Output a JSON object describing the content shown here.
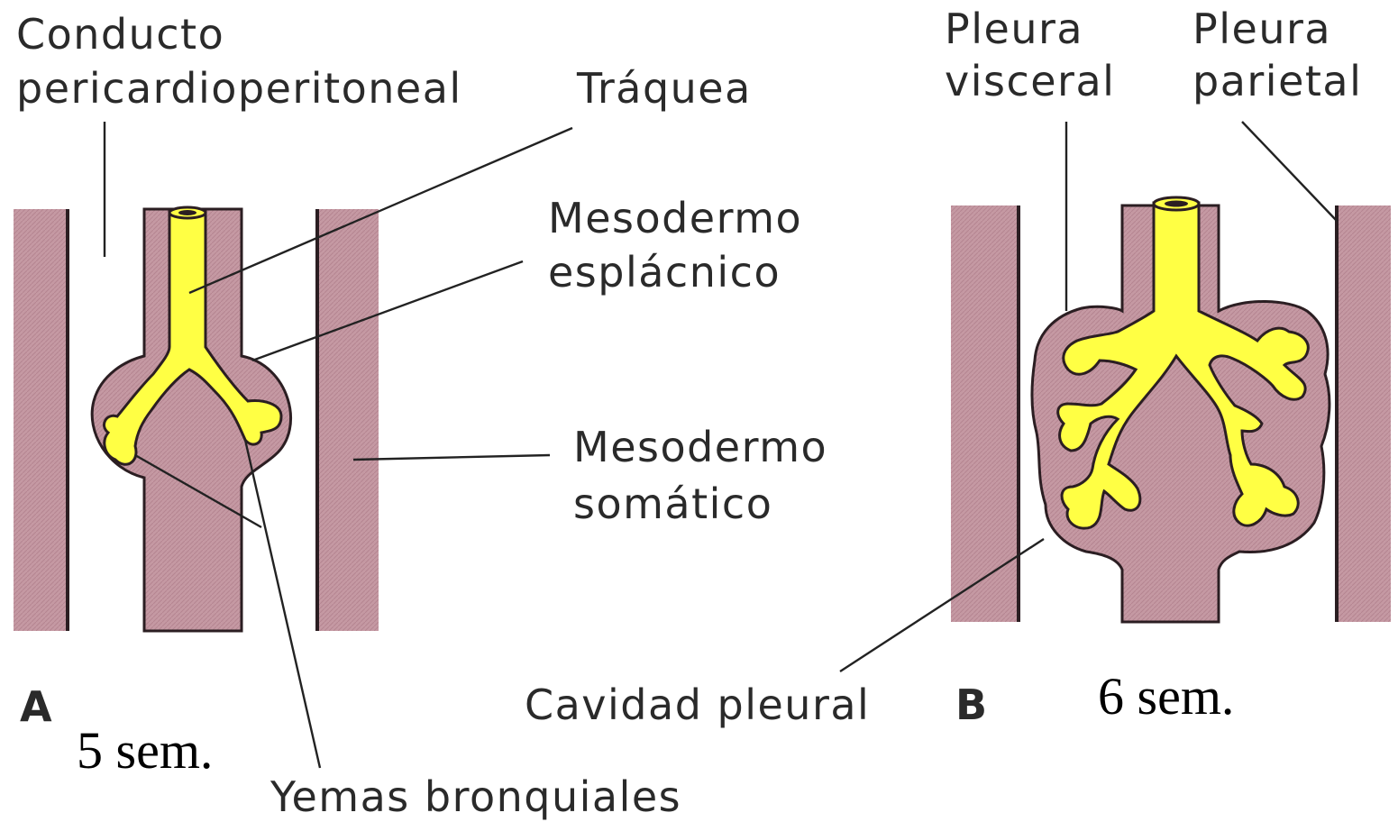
{
  "colors": {
    "mesoderm": "#c599a3",
    "epithelium": "#ffff44",
    "outline": "#2b1e22",
    "label": "#2a2a2a"
  },
  "panel_a": {
    "letter": "A",
    "week": "5 sem.",
    "labels": {
      "conducto_1": "Conducto",
      "conducto_2": "pericardioperitoneal",
      "traquea": "Tráquea",
      "mesodermo_esplacnico_1": "Mesodermo",
      "mesodermo_esplacnico_2": "esplácnico",
      "mesodermo_somatico_1": "Mesodermo",
      "mesodermo_somatico_2": "somático",
      "yemas": "Yemas bronquiales"
    }
  },
  "panel_b": {
    "letter": "B",
    "week": "6 sem.",
    "labels": {
      "pleura_visceral_1": "Pleura",
      "pleura_visceral_2": "visceral",
      "pleura_parietal_1": "Pleura",
      "pleura_parietal_2": "parietal",
      "cavidad": "Cavidad pleural"
    }
  }
}
